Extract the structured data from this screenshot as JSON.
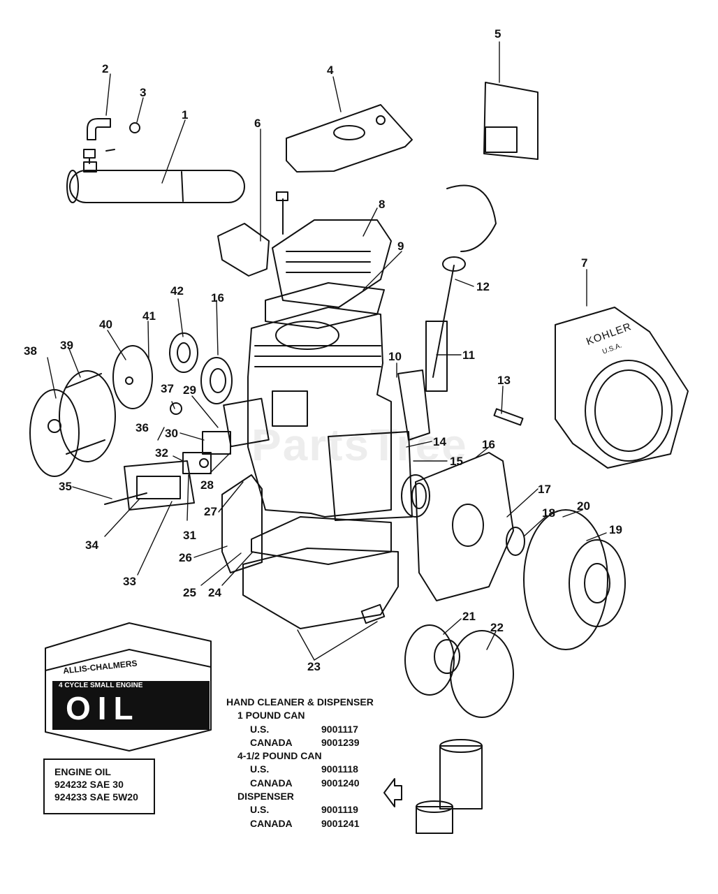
{
  "callouts": [
    {
      "id": "c1",
      "text": "1"
    },
    {
      "id": "c2",
      "text": "2"
    },
    {
      "id": "c3",
      "text": "3"
    },
    {
      "id": "c4",
      "text": "4"
    },
    {
      "id": "c5",
      "text": "5"
    },
    {
      "id": "c6",
      "text": "6"
    },
    {
      "id": "c7",
      "text": "7"
    },
    {
      "id": "c8",
      "text": "8"
    },
    {
      "id": "c9",
      "text": "9"
    },
    {
      "id": "c10",
      "text": "10"
    },
    {
      "id": "c11",
      "text": "11"
    },
    {
      "id": "c12",
      "text": "12"
    },
    {
      "id": "c13",
      "text": "13"
    },
    {
      "id": "c14",
      "text": "14"
    },
    {
      "id": "c15",
      "text": "15"
    },
    {
      "id": "c16a",
      "text": "16"
    },
    {
      "id": "c16b",
      "text": "16"
    },
    {
      "id": "c17",
      "text": "17"
    },
    {
      "id": "c18",
      "text": "18"
    },
    {
      "id": "c19",
      "text": "19"
    },
    {
      "id": "c20",
      "text": "20"
    },
    {
      "id": "c21",
      "text": "21"
    },
    {
      "id": "c22",
      "text": "22"
    },
    {
      "id": "c23",
      "text": "23"
    },
    {
      "id": "c24",
      "text": "24"
    },
    {
      "id": "c25",
      "text": "25"
    },
    {
      "id": "c26",
      "text": "26"
    },
    {
      "id": "c27",
      "text": "27"
    },
    {
      "id": "c28",
      "text": "28"
    },
    {
      "id": "c29",
      "text": "29"
    },
    {
      "id": "c30",
      "text": "30"
    },
    {
      "id": "c31",
      "text": "31"
    },
    {
      "id": "c32",
      "text": "32"
    },
    {
      "id": "c33",
      "text": "33"
    },
    {
      "id": "c34",
      "text": "34"
    },
    {
      "id": "c35",
      "text": "35"
    },
    {
      "id": "c36",
      "text": "36"
    },
    {
      "id": "c37",
      "text": "37"
    },
    {
      "id": "c38",
      "text": "38"
    },
    {
      "id": "c39",
      "text": "39"
    },
    {
      "id": "c40",
      "text": "40"
    },
    {
      "id": "c41",
      "text": "41"
    },
    {
      "id": "c42",
      "text": "42"
    }
  ],
  "shroud_brand": "KOHLER",
  "shroud_origin": "U.S.A.",
  "oil_carton": {
    "brand": "ALLIS-CHALMERS",
    "subtitle": "4 CYCLE SMALL ENGINE",
    "product": "OIL"
  },
  "engine_oil": {
    "title": "ENGINE OIL",
    "lines": [
      "924232 SAE 30",
      "924233 SAE 5W20"
    ]
  },
  "hand_cleaner": {
    "title": "HAND CLEANER & DISPENSER",
    "sections": [
      {
        "heading": "1 POUND CAN",
        "rows": [
          {
            "label": "U.S.",
            "part": "9001117"
          },
          {
            "label": "CANADA",
            "part": "9001239"
          }
        ]
      },
      {
        "heading": "4-1/2 POUND CAN",
        "rows": [
          {
            "label": "U.S.",
            "part": "9001118"
          },
          {
            "label": "CANADA",
            "part": "9001240"
          }
        ]
      },
      {
        "heading": "DISPENSER",
        "rows": [
          {
            "label": "U.S.",
            "part": "9001119"
          },
          {
            "label": "CANADA",
            "part": "9001241"
          }
        ]
      }
    ]
  },
  "watermark": "PartsTree",
  "colors": {
    "ink": "#111111",
    "paper": "#ffffff"
  }
}
